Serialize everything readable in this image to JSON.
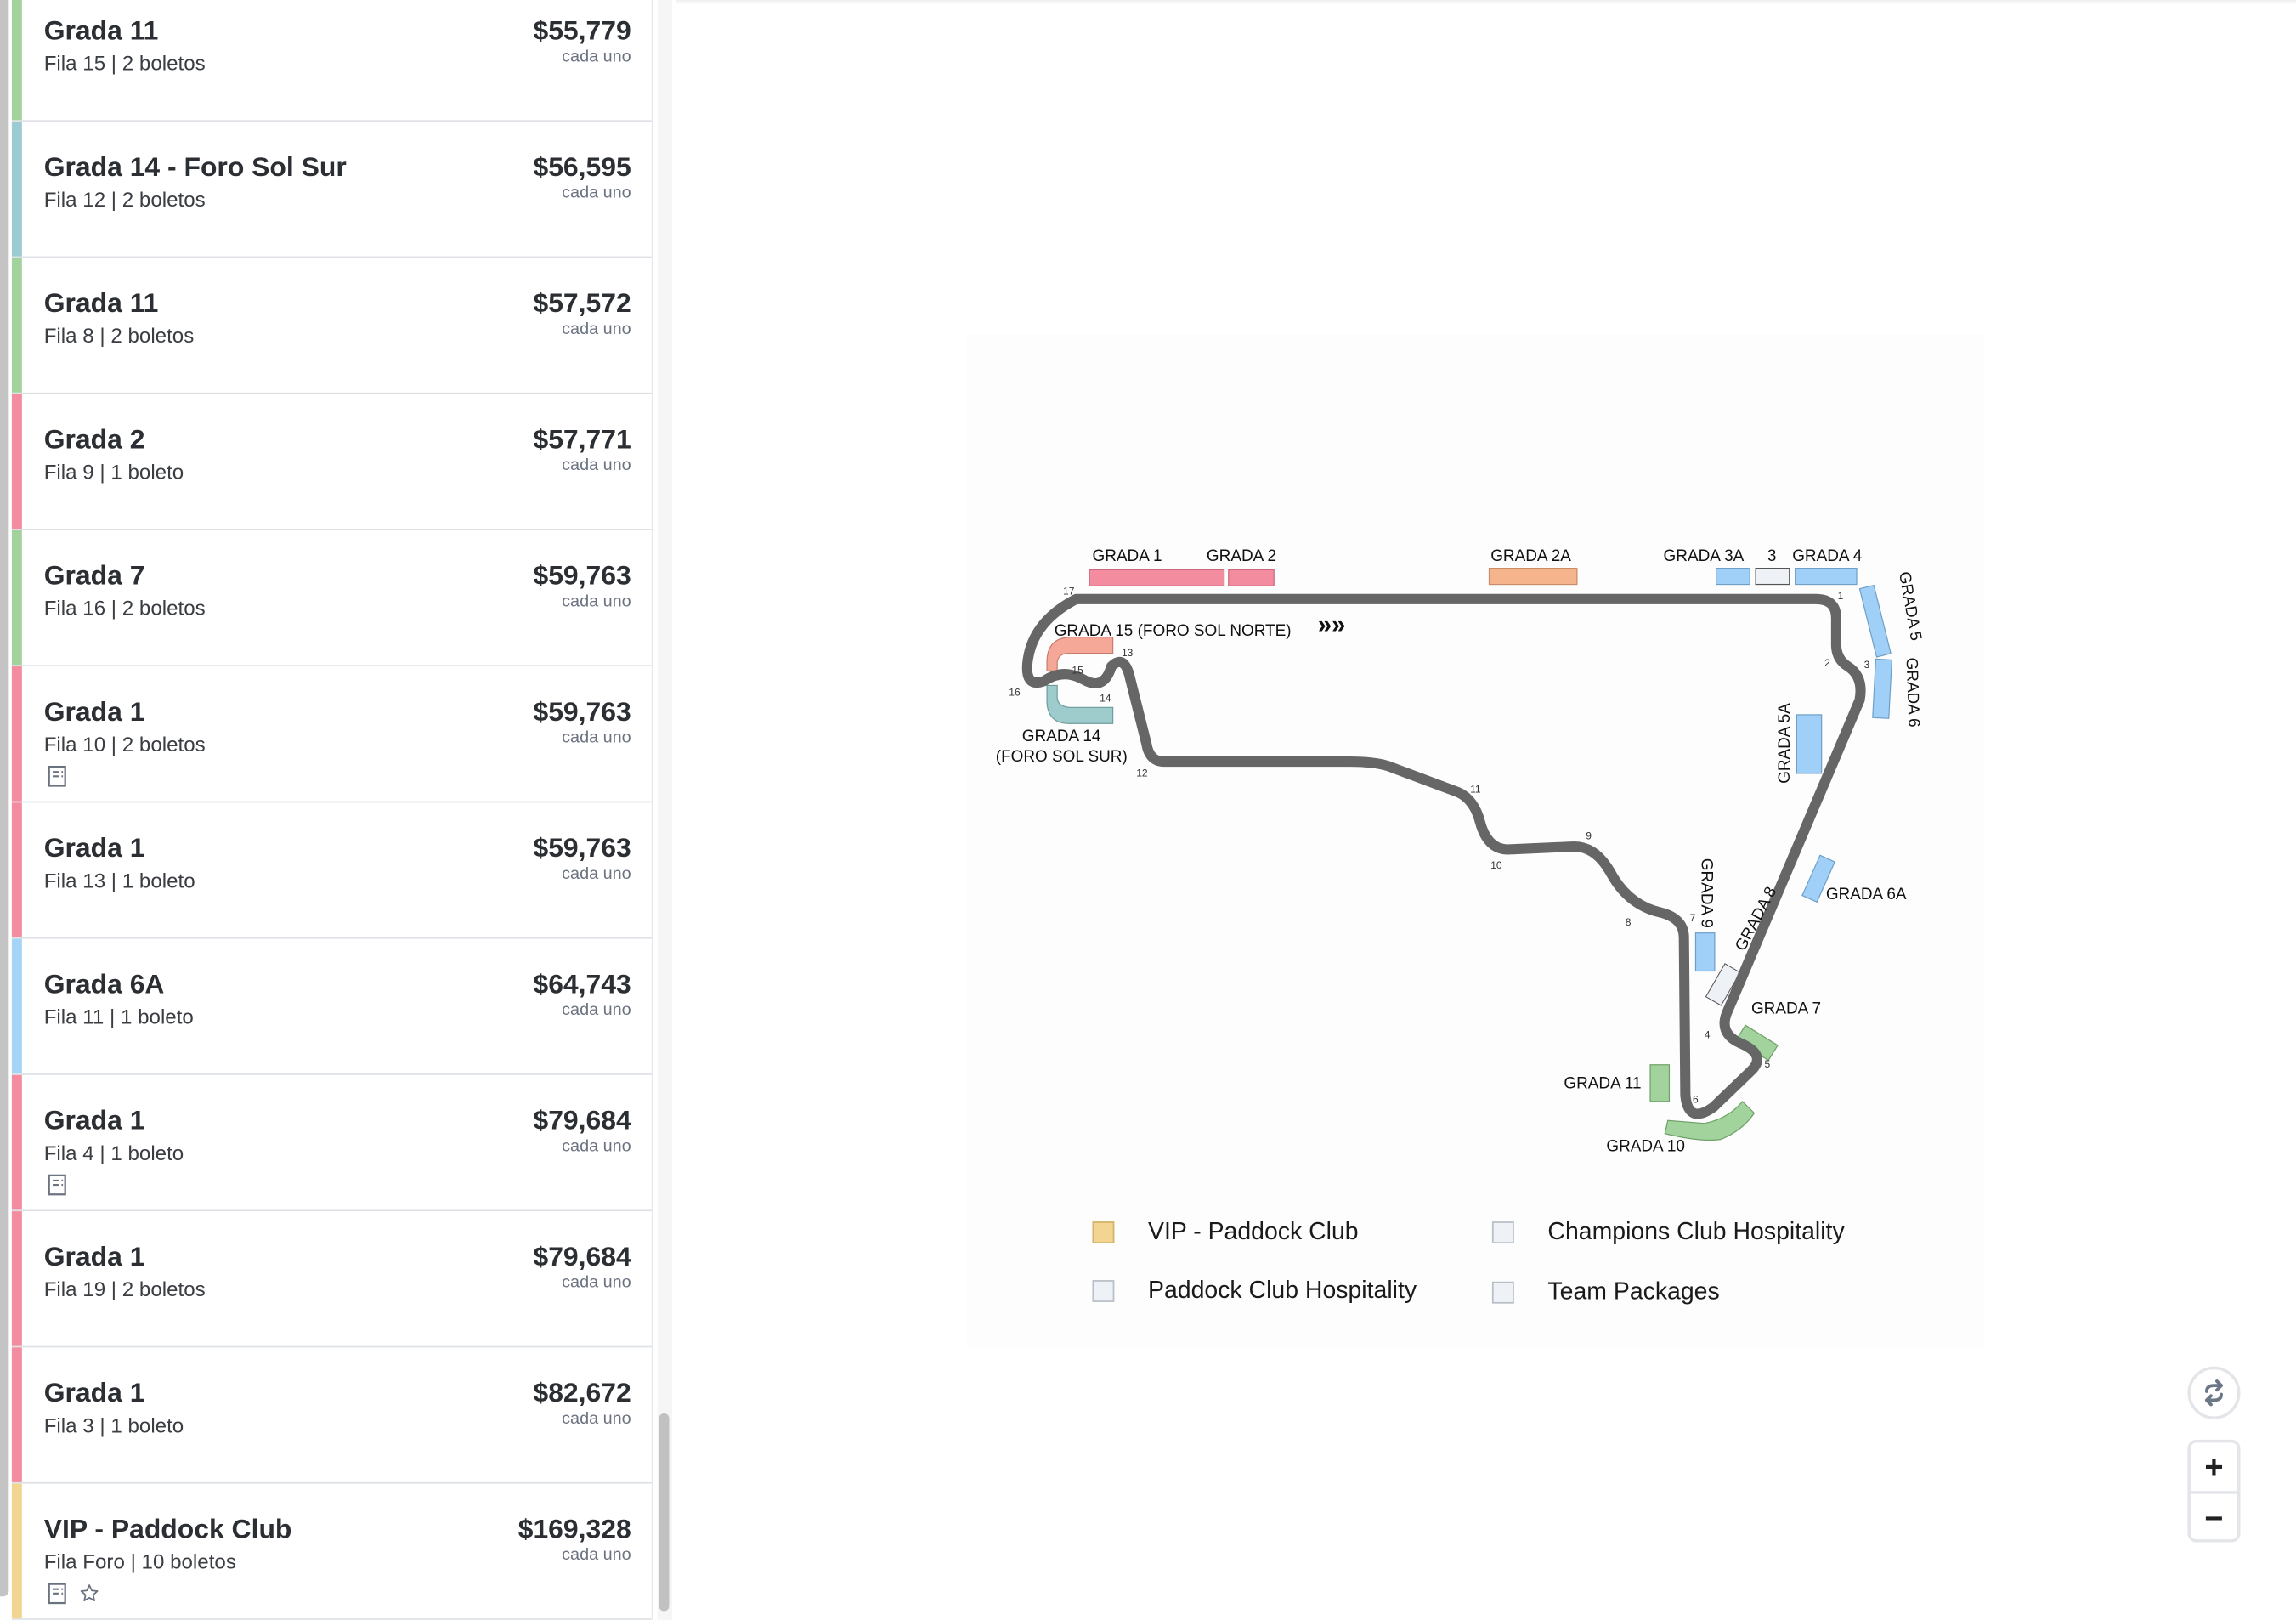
{
  "listings": [
    {
      "title": "Grada 11",
      "details": "Fila 15 | 2 boletos",
      "price": "$55,779",
      "each": "cada uno",
      "color": "#a3d39c",
      "icons": []
    },
    {
      "title": "Grada 14 - Foro Sol Sur",
      "details": "Fila 12 | 2 boletos",
      "price": "$56,595",
      "each": "cada uno",
      "color": "#9ccbd4",
      "icons": []
    },
    {
      "title": "Grada 11",
      "details": "Fila 8 | 2 boletos",
      "price": "$57,572",
      "each": "cada uno",
      "color": "#a3d39c",
      "icons": []
    },
    {
      "title": "Grada 2",
      "details": "Fila 9 | 1 boleto",
      "price": "$57,771",
      "each": "cada uno",
      "color": "#f48ca0",
      "icons": []
    },
    {
      "title": "Grada 7",
      "details": "Fila 16 | 2 boletos",
      "price": "$59,763",
      "each": "cada uno",
      "color": "#a3d39c",
      "icons": []
    },
    {
      "title": "Grada 1",
      "details": "Fila 10 | 2 boletos",
      "price": "$59,763",
      "each": "cada uno",
      "color": "#f48ca0",
      "icons": [
        "notes-icon"
      ]
    },
    {
      "title": "Grada 1",
      "details": "Fila 13 | 1 boleto",
      "price": "$59,763",
      "each": "cada uno",
      "color": "#f48ca0",
      "icons": []
    },
    {
      "title": "Grada 6A",
      "details": "Fila 11 | 1 boleto",
      "price": "$64,743",
      "each": "cada uno",
      "color": "#a6d4f7",
      "icons": []
    },
    {
      "title": "Grada 1",
      "details": "Fila 4 | 1 boleto",
      "price": "$79,684",
      "each": "cada uno",
      "color": "#f48ca0",
      "icons": [
        "notes-icon"
      ]
    },
    {
      "title": "Grada 1",
      "details": "Fila 19 | 2 boletos",
      "price": "$79,684",
      "each": "cada uno",
      "color": "#f48ca0",
      "icons": []
    },
    {
      "title": "Grada 1",
      "details": "Fila 3 | 1 boleto",
      "price": "$82,672",
      "each": "cada uno",
      "color": "#f48ca0",
      "icons": []
    },
    {
      "title": "VIP - Paddock Club",
      "details": "Fila Foro | 10 boletos",
      "price": "$169,328",
      "each": "cada uno",
      "color": "#f2d590",
      "icons": [
        "notes-icon",
        "star-icon"
      ]
    }
  ],
  "map": {
    "labels": {
      "g1": "GRADA 1",
      "g2": "GRADA 2",
      "g2a": "GRADA 2A",
      "g3a": "GRADA 3A",
      "g3": "3",
      "g4": "GRADA 4",
      "g5": "GRADA 5",
      "g6": "GRADA 6",
      "g5a": "GRADA 5A",
      "g6a": "GRADA 6A",
      "g7": "GRADA 7",
      "g8": "GRADA 8",
      "g9": "GRADA 9",
      "g10": "GRADA 10",
      "g11": "GRADA 11",
      "g15": "GRADA 15 (FORO SOL NORTE)",
      "g14a": "GRADA 14",
      "g14b": "(FORO SOL SUR)",
      "arrows": "»»"
    },
    "turns": [
      "1",
      "2",
      "3",
      "4",
      "5",
      "6",
      "7",
      "8",
      "9",
      "10",
      "11",
      "12",
      "13",
      "14",
      "15",
      "16",
      "17"
    ],
    "colors": {
      "pink": "#f48ca0",
      "orange": "#f5b48c",
      "blue": "#a0d0f7",
      "light": "#eef2f6",
      "green": "#a3d39c",
      "salmon": "#f6a898",
      "teal": "#9ecbcc",
      "track": "#666666"
    }
  },
  "legend": [
    {
      "label": "VIP - Paddock Club",
      "color": "#f2d590"
    },
    {
      "label": "Champions Club Hospitality",
      "color": "#eef2f6"
    },
    {
      "label": "Paddock Club Hospitality",
      "color": "#eef2f6"
    },
    {
      "label": "Team Packages",
      "color": "#eef2f6"
    }
  ],
  "controls": {
    "zoom_in": "+",
    "zoom_out": "−"
  }
}
